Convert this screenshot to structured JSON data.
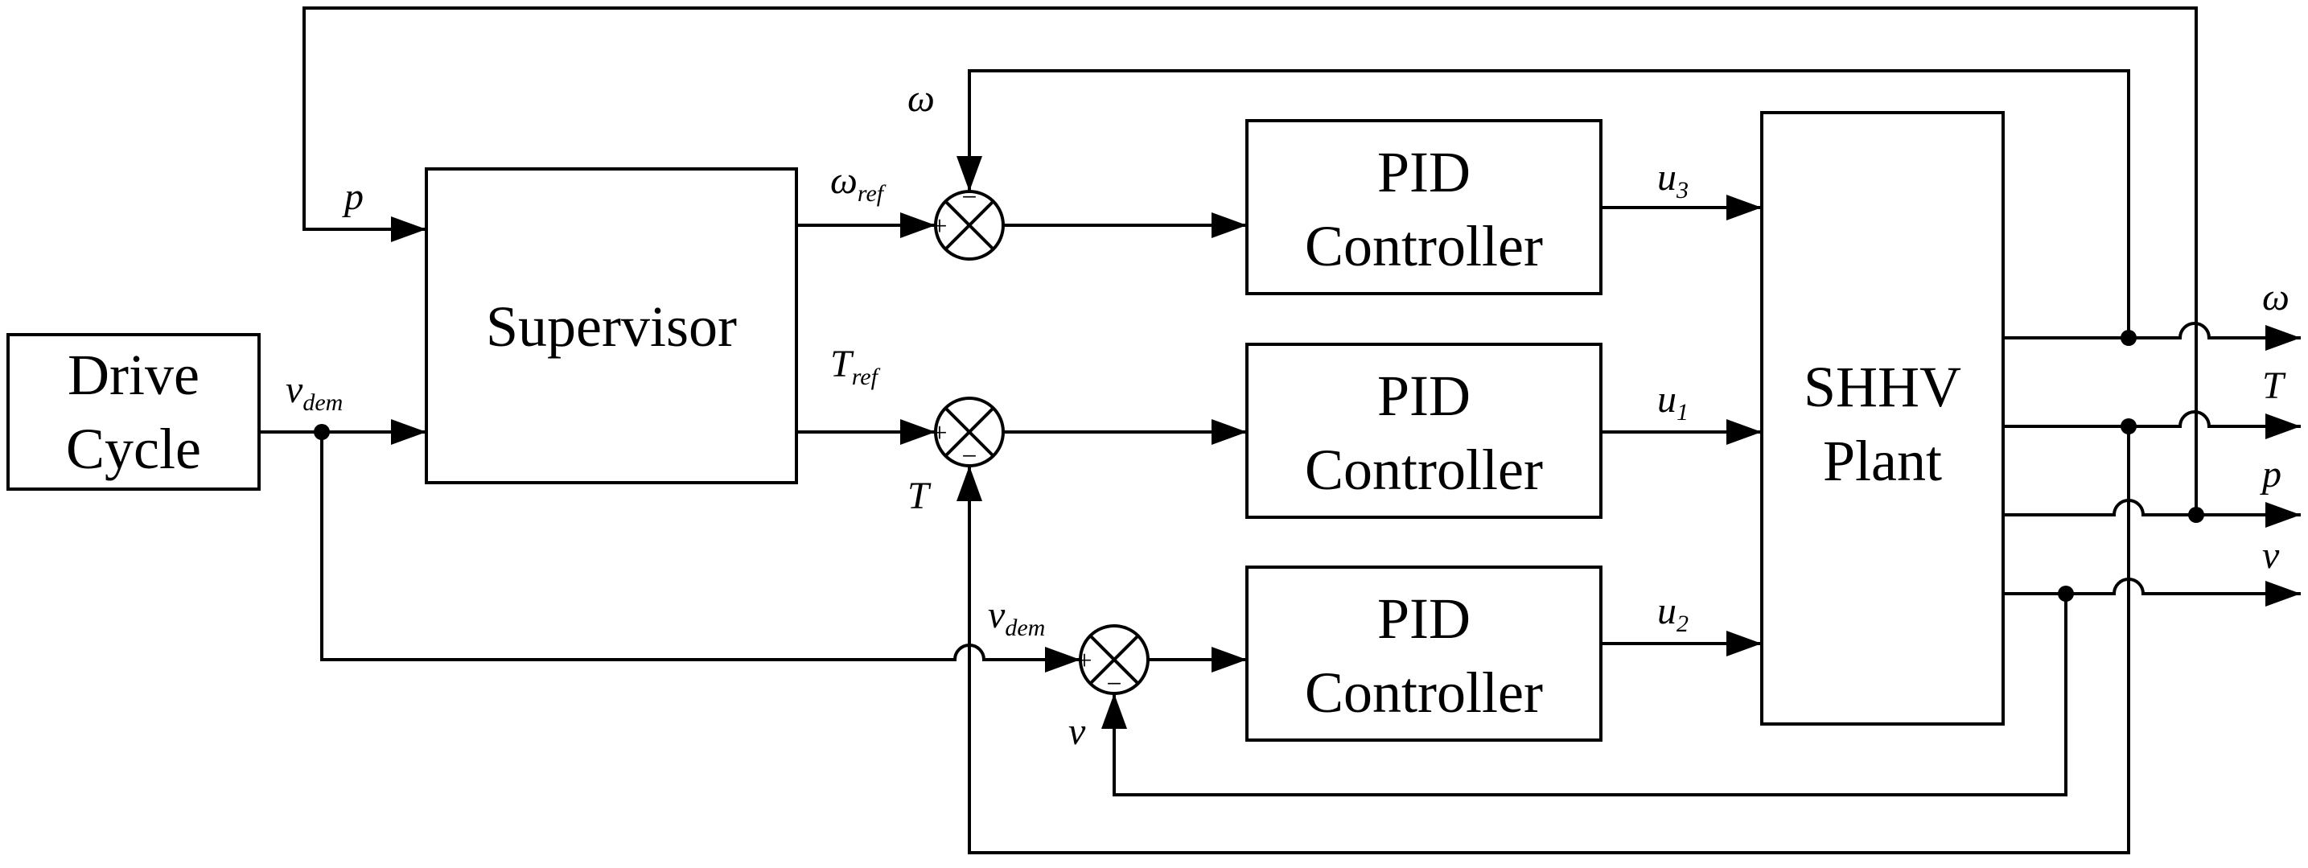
{
  "blocks": {
    "drive_cycle": [
      "Drive",
      "Cycle"
    ],
    "supervisor": "Supervisor",
    "pid_top": [
      "PID",
      "Controller"
    ],
    "pid_mid": [
      "PID",
      "Controller"
    ],
    "pid_bot": [
      "PID",
      "Controller"
    ],
    "plant": [
      "SHHV",
      "Plant"
    ]
  },
  "signals": {
    "p_in": "p",
    "v_dem_main": "v",
    "v_dem_main_sub": "dem",
    "omega_fb": "ω",
    "omega_ref": "ω",
    "omega_ref_sub": "ref",
    "t_ref": "T",
    "t_ref_sub": "ref",
    "t_fb": "T",
    "v_dem_low": "v",
    "v_dem_low_sub": "dem",
    "v_fb": "v",
    "u3": "u",
    "u3_sub": "3",
    "u1": "u",
    "u1_sub": "1",
    "u2": "u",
    "u2_sub": "2",
    "out_omega": "ω",
    "out_t": "T",
    "out_p": "p",
    "out_v": "v"
  },
  "signs": {
    "plus": "+",
    "minus": "−"
  }
}
